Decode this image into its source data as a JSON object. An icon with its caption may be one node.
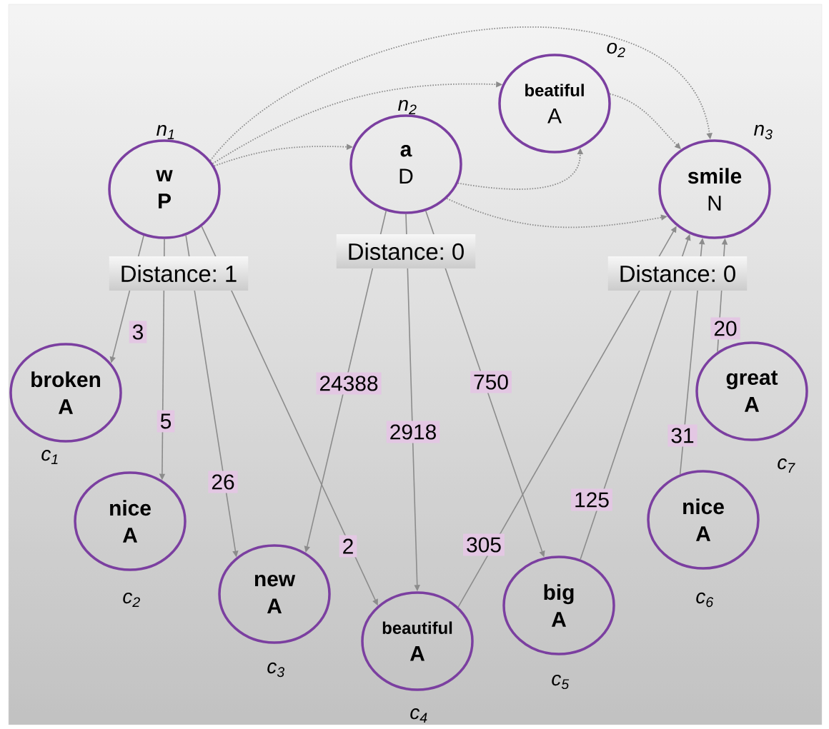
{
  "diagram": {
    "nodes": [
      {
        "text": [
          "w",
          "P"
        ],
        "beside": [
          "n$_{1}$"
        ]
      },
      {
        "text": [
          "a",
          "D"
        ],
        "beside": [
          "n$_{2}$"
        ]
      },
      {
        "text": [
          "beatiful",
          "A"
        ],
        "beside": [
          "o$_{2}$"
        ]
      },
      {
        "text": [
          "smile",
          "N"
        ],
        "beside": [
          "n$_{3}$"
        ]
      },
      {
        "text": [
          "broken",
          "A"
        ],
        "beside": [
          "c$_{1}$"
        ]
      },
      {
        "text": [
          "nice",
          "A"
        ],
        "beside": [
          "c$_{2}$"
        ]
      },
      {
        "text": [
          "new",
          "A"
        ],
        "beside": [
          "c$_{3}$"
        ]
      },
      {
        "text": [
          "beautiful",
          "A"
        ],
        "beside": [
          "c$_{4}$"
        ]
      },
      {
        "text": [
          "big",
          "A"
        ],
        "beside": [
          "c$_{5}$"
        ]
      },
      {
        "text": [
          "nice",
          "A"
        ],
        "beside": [
          "c$_{6}$"
        ]
      },
      {
        "text": [
          "great",
          "A"
        ],
        "beside": [
          "c$_{7}$"
        ]
      }
    ],
    "edges": [
      {
        "from": 0,
        "to": 4,
        "arrow": "to",
        "label": "3"
      },
      {
        "from": 0,
        "to": 5,
        "arrow": "to",
        "label": "5"
      },
      {
        "from": 0,
        "to": 6,
        "arrow": "to",
        "label": "26"
      },
      {
        "from": 0,
        "to": 7,
        "arrow": "to",
        "label": "2"
      },
      {
        "from": 1,
        "to": 6,
        "arrow": "to",
        "label": "24388"
      },
      {
        "from": 1,
        "to": 7,
        "arrow": "to",
        "label": "2918"
      },
      {
        "from": 1,
        "to": 8,
        "arrow": "to",
        "label": "750"
      },
      {
        "from": 7,
        "to": 3,
        "arrow": "to",
        "label": "305"
      },
      {
        "from": 8,
        "to": 3,
        "arrow": "to",
        "label": "125"
      },
      {
        "from": 9,
        "to": 3,
        "arrow": "to",
        "label": "31"
      },
      {
        "from": 10,
        "to": 3,
        "arrow": "to",
        "label": "20"
      },
      {
        "from": 0,
        "to": 1,
        "arrow": "to",
        "style": "dashed"
      },
      {
        "from": 0,
        "to": 2,
        "arrow": "to",
        "style": "dashed"
      },
      {
        "from": 0,
        "to": 3,
        "arrow": "to",
        "style": "dashed"
      },
      {
        "from": 1,
        "to": 2,
        "arrow": "to",
        "style": "dashed"
      },
      {
        "from": 1,
        "to": 3,
        "arrow": "to",
        "style": "dashed"
      },
      {
        "from": 2,
        "to": 3,
        "arrow": "to",
        "style": "dashed"
      }
    ],
    "labels": [
      "Distance: 1",
      "Distance: 0",
      "Distance: 0"
    ]
  }
}
